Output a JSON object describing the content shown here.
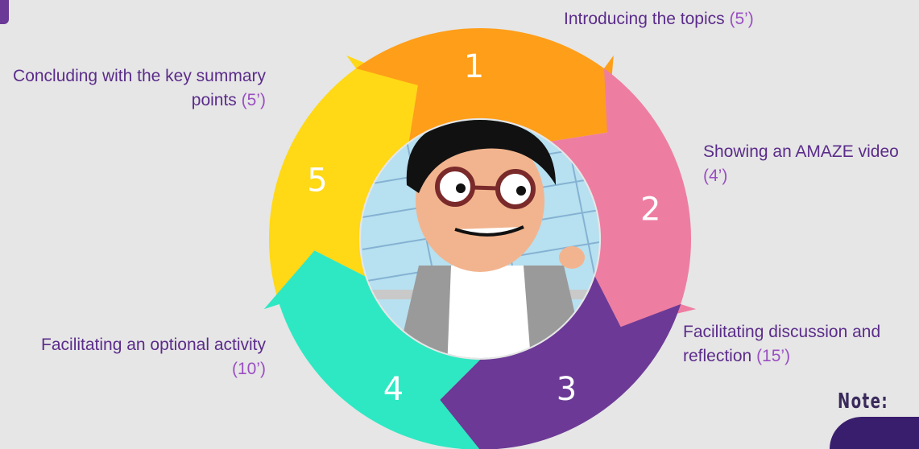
{
  "steps": [
    {
      "number": "1",
      "label": "Introducing the topics",
      "time": "(5’)",
      "color": "#ffd816"
    },
    {
      "number": "2",
      "label": "Showing an AMAZE video",
      "time": "(4’)",
      "color": "#ff9e18"
    },
    {
      "number": "3",
      "label": "Facilitating discussion and reflection",
      "time": "(15’)",
      "color": "#ee7da2"
    },
    {
      "number": "4",
      "label": "Facilitating an optional activity",
      "time": "(10’)",
      "color": "#6c3a96"
    },
    {
      "number": "5",
      "label": "Concluding with the key summary points",
      "time": "(5’)",
      "color": "#2ee8c3"
    }
  ],
  "note": {
    "label": "Note:"
  },
  "illustration": {
    "icon": "cartoon-teacher-with-glasses"
  }
}
